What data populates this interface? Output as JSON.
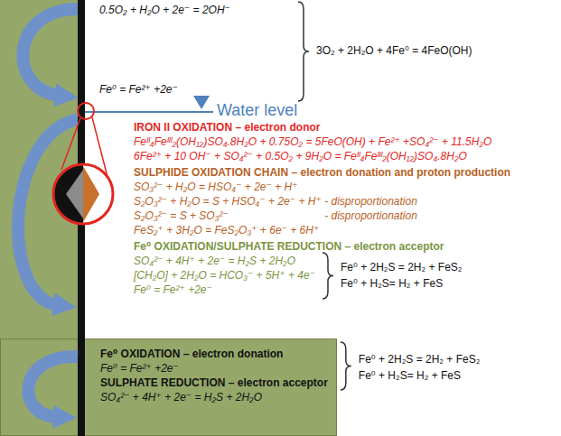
{
  "diagram": {
    "nodes": [
      {
        "text": [
          "Fe⁰ OXIDATION – electron donation",
          "Fe⁰ = Fe²⁺ +2e⁻",
          "SULPHATE REDUCTION – electron acceptor",
          "SO₄²⁻ + 4H⁺ + 2e⁻ = H₂S + 2H₂O"
        ]
      }
    ],
    "labels": [
      "0.5O₂ + H₂O + 2e⁻ = 2OH⁻",
      "3O₂ + 2H₂O + 4Fe⁰ = 4FeO(OH)",
      "Fe⁰ = Fe²⁺ +2e⁻",
      "Water level",
      "IRON II OXIDATION – electron donor",
      "Feᴵᴵ₄Feᴵᴵᴵ₂(OH₁₂)SO₄.8H₂O + 0.75O₂ = 5FeO(OH) + Fe²⁺ +SO₄²⁻ + 11.5H₂O",
      "6Fe²⁺ + 10 OH⁻ + SO₄²⁻ + 0.5O₂ + 9H₂O = Feᴵᴵ₄Feᴵᴵᴵ₂(OH₁₂)SO₄.8H₂O",
      "SULPHIDE OXIDATION CHAIN – electron donation and proton production",
      "SO₃²⁻ + H₂O = HSO₄⁻ + 2e⁻ + H⁺",
      "S₂O₃²⁻ + H₂O = S + HSO₄⁻ + 2e⁻ + H⁺ - disproportionation",
      "S₂O₃²⁻ = S + SO₃²⁻",
      "- disproportionation",
      "FeS₂⁺ + 3H₂O = FeS₂O₃⁺ + 6e⁻ + 6H⁺",
      "Fe⁰ OXIDATION/SULPHATE REDUCTION – electron acceptor",
      "SO₄²⁻ + 4H⁺ + 2e⁻ = H₂S + 2H₂O",
      "[CH₂O] + 2H₂O = HCO₃⁻ + 5H⁺ + 4e⁻",
      "Fe⁰ = Fe²⁺ +2e⁻",
      "Fe⁰ + 2H₂S = 2H₂ + FeS₂",
      "Fe⁰ + H₂S= H₂ + FeS",
      "Fe⁰ + 2H₂S = 2H₂ + FeS₂",
      "Fe⁰ + H₂S= H₂ + FeS"
    ]
  }
}
